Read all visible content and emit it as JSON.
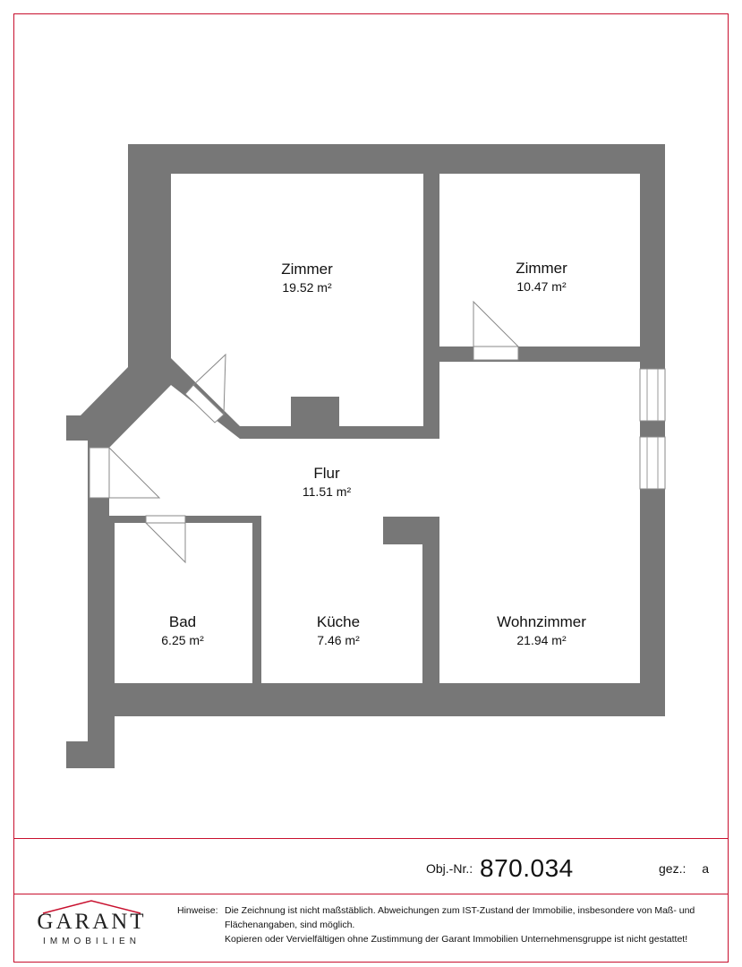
{
  "rooms": [
    {
      "key": "zimmer1",
      "name": "Zimmer",
      "area": "19.52 m²"
    },
    {
      "key": "zimmer2",
      "name": "Zimmer",
      "area": "10.47 m²"
    },
    {
      "key": "flur",
      "name": "Flur",
      "area": "11.51 m²"
    },
    {
      "key": "bad",
      "name": "Bad",
      "area": "6.25 m²"
    },
    {
      "key": "kueche",
      "name": "Küche",
      "area": "7.46 m²"
    },
    {
      "key": "wohnzimmer",
      "name": "Wohnzimmer",
      "area": "21.94 m²"
    }
  ],
  "footer": {
    "obj_label": "Obj.-Nr.:",
    "obj_number": "870.034",
    "gez_label": "gez.:",
    "gez_value": "a",
    "logo_name": "GARANT",
    "logo_sub": "IMMOBILIEN",
    "note_label": "Hinweise:",
    "note_line1": "Die Zeichnung ist nicht maßstäblich. Abweichungen zum IST-Zustand der Immobilie, insbesondere von Maß- und",
    "note_line2": "Flächenangaben, sind möglich.",
    "note_line3": "Kopieren oder Vervielfältigen ohne Zustimmung der Garant Immobilien Unternehmensgruppe ist nicht gestattet!"
  },
  "colors": {
    "wall": "#777777",
    "frame": "#c8102e",
    "logo_roof": "#c8102e"
  }
}
